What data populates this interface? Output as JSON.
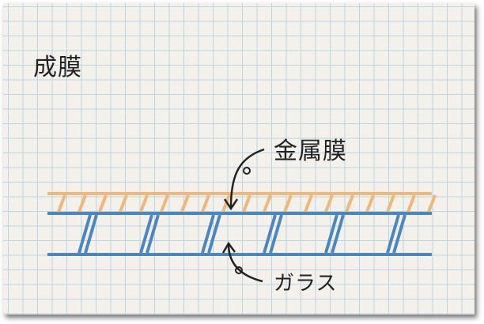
{
  "title": "成膜",
  "labels": {
    "metal_film": "金属膜",
    "glass": "ガラス"
  },
  "colors": {
    "metal_film": "#f0b878",
    "glass": "#4a86bf",
    "ink": "#222222"
  }
}
